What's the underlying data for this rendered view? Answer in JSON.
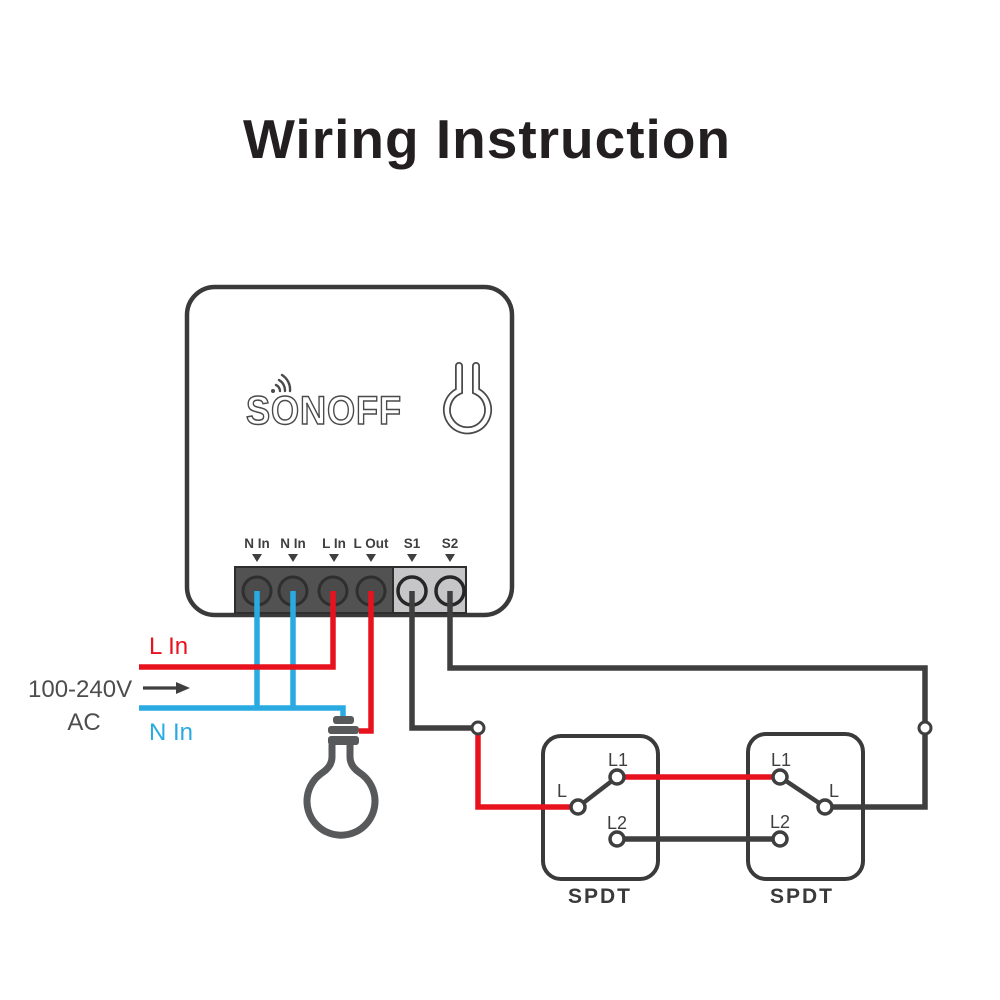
{
  "title": "Wiring Instruction",
  "colors": {
    "live": "#e8121f",
    "neutral": "#29abe2",
    "wire": "#3f3f3f",
    "outline": "#3a3a3a",
    "title": "#231f20"
  },
  "device": {
    "brand_logo": "SONOFF",
    "terminals": [
      "N In",
      "N In",
      "L In",
      "L Out",
      "S1",
      "S2"
    ]
  },
  "power": {
    "live_label": "L In",
    "neutral_label": "N In",
    "voltage": "100-240V",
    "current": "AC"
  },
  "switch1": {
    "label": "SPDT",
    "t_l1": "L1",
    "t_l": "L",
    "t_l2": "L2"
  },
  "switch2": {
    "label": "SPDT",
    "t_l1": "L1",
    "t_l": "L",
    "t_l2": "L2"
  }
}
